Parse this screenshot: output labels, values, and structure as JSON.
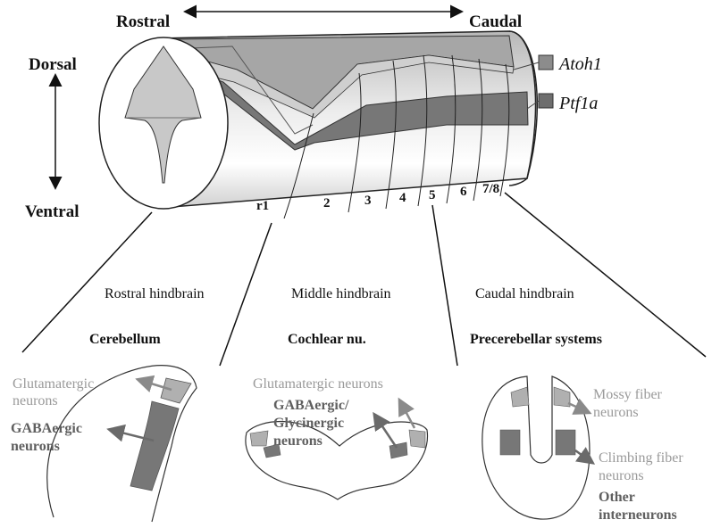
{
  "axes": {
    "rostral": "Rostral",
    "caudal": "Caudal",
    "dorsal": "Dorsal",
    "ventral": "Ventral"
  },
  "legend": [
    {
      "label": "Atoh1",
      "color": "#8c8c8c"
    },
    {
      "label": "Ptf1a",
      "color": "#6e6e6e"
    }
  ],
  "rhombomeres": [
    "r1",
    "2",
    "3",
    "4",
    "5",
    "6",
    "7/8"
  ],
  "regions": {
    "rostral": "Rostral hindbrain",
    "middle": "Middle hindbrain",
    "caudal": "Caudal hindbrain"
  },
  "panels": {
    "cerebellum": {
      "title": "Cerebellum",
      "glut_1": "Glutamatergic",
      "glut_2": "neurons",
      "gaba_1": "GABAergic",
      "gaba_2": "neurons"
    },
    "cochlear": {
      "title": "Cochlear nu.",
      "glut": "Glutamatergic neurons",
      "gly_1": "GABAergic/",
      "gly_2": "Glycinergic",
      "gly_3": "neurons"
    },
    "precerebellar": {
      "title": "Precerebellar systems",
      "mossy_1": "Mossy fiber",
      "mossy_2": "neurons",
      "climb_1": "Climbing fiber",
      "climb_2": "neurons",
      "other_1": "Other",
      "other_2": "interneurons"
    }
  },
  "colors": {
    "atoh1": "#a8a8a8",
    "ptf1a": "#6e6e6e",
    "tube": "#d6d6d6"
  }
}
